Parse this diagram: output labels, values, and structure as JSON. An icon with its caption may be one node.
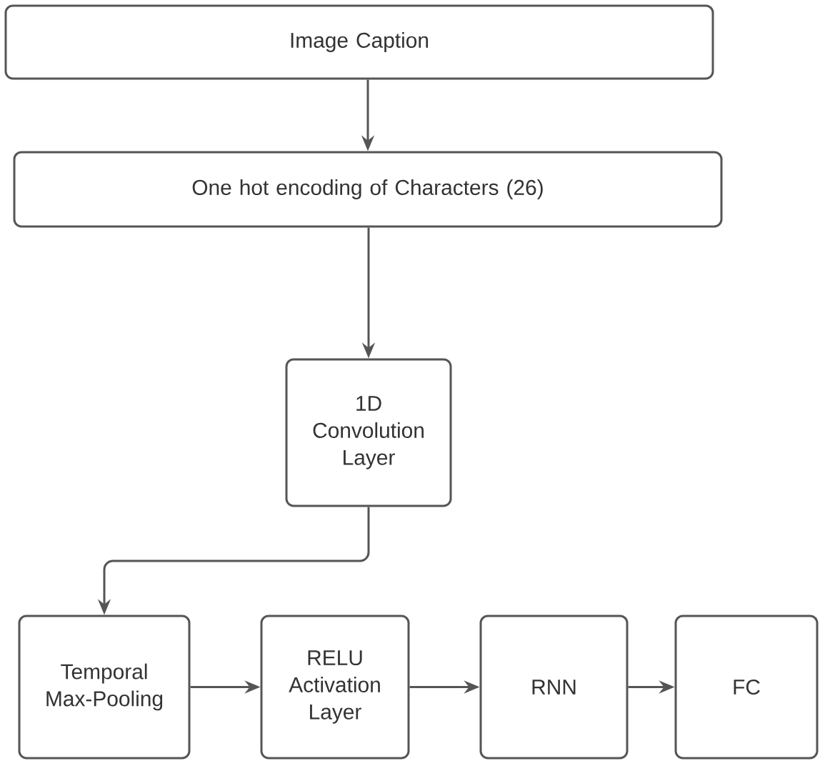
{
  "diagram": {
    "nodes": [
      {
        "text": [
          "Image Caption"
        ]
      },
      {
        "text": [
          "One hot encoding of Characters (26)"
        ]
      },
      {
        "text": [
          "1D Convolution Layer"
        ]
      },
      {
        "text": [
          "Temporal Max-Pooling"
        ]
      },
      {
        "text": [
          "RELU Activation Layer"
        ]
      },
      {
        "text": [
          "RNN"
        ]
      },
      {
        "text": [
          "FC"
        ]
      }
    ],
    "edges": [
      {
        "from": 0,
        "to": 1,
        "arrow": "to"
      },
      {
        "from": 1,
        "to": 2,
        "arrow": "to"
      },
      {
        "from": 2,
        "to": 3,
        "arrow": "to"
      },
      {
        "from": 3,
        "to": 4,
        "arrow": "to"
      },
      {
        "from": 4,
        "to": 5,
        "arrow": "to"
      },
      {
        "from": 5,
        "to": 6,
        "arrow": "to"
      }
    ]
  }
}
